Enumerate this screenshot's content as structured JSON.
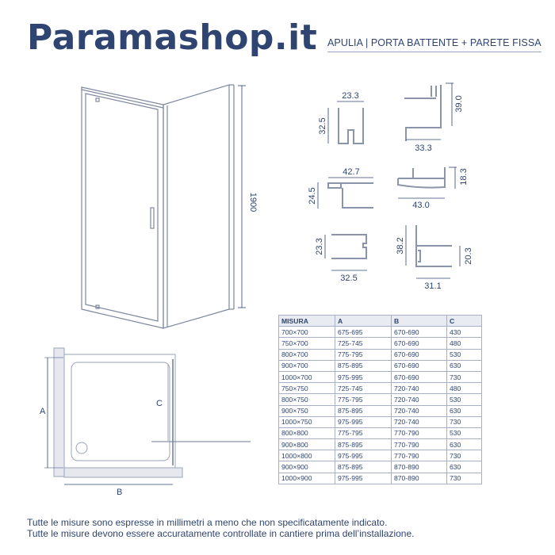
{
  "header": {
    "brand": "Paramashop.it",
    "subtitle": "APULIA | PORTA BATTENTE + PARETE FISSA"
  },
  "perspective_view": {
    "height_label": "1900"
  },
  "profiles": [
    {
      "id": "profile-1",
      "width": "23.3",
      "height": "32.5"
    },
    {
      "id": "profile-2",
      "width": "33.3",
      "height": "39.0"
    },
    {
      "id": "profile-3",
      "width": "42.7",
      "height": "24.5"
    },
    {
      "id": "profile-4",
      "width": "43.0",
      "height": "18.3"
    },
    {
      "id": "profile-5",
      "width": "32.5",
      "height": "23.3"
    },
    {
      "id": "profile-6",
      "width": "31.1",
      "height_outer": "38.2",
      "height_inner": "20.3"
    }
  ],
  "plan_view": {
    "label_a": "A",
    "label_b": "B",
    "label_c": "C"
  },
  "table": {
    "headers": [
      "MISURA",
      "A",
      "B",
      "C"
    ],
    "rows": [
      [
        "700×700",
        "675-695",
        "670-690",
        "430"
      ],
      [
        "750×700",
        "725-745",
        "670-690",
        "480"
      ],
      [
        "800×700",
        "775-795",
        "670-690",
        "530"
      ],
      [
        "900×700",
        "875-895",
        "670-690",
        "630"
      ],
      [
        "1000×700",
        "975-995",
        "670-690",
        "730"
      ],
      [
        "750×750",
        "725-745",
        "720-740",
        "480"
      ],
      [
        "800×750",
        "775-795",
        "720-740",
        "530"
      ],
      [
        "900×750",
        "875-895",
        "720-740",
        "630"
      ],
      [
        "1000×750",
        "975-995",
        "720-740",
        "730"
      ],
      [
        "800×800",
        "775-795",
        "770-790",
        "530"
      ],
      [
        "900×800",
        "875-895",
        "770-790",
        "630"
      ],
      [
        "1000×800",
        "975-995",
        "770-790",
        "730"
      ],
      [
        "900×900",
        "875-895",
        "870-890",
        "630"
      ],
      [
        "1000×900",
        "975-995",
        "870-890",
        "730"
      ]
    ]
  },
  "notes": {
    "line1": "Tutte le misure sono espresse in millimetri a meno che non specificatamente indicato.",
    "line2": "Tutte le misure devono essere accuratamente controllate in cantiere prima dell’installazione."
  },
  "colors": {
    "brand": "#2f4470",
    "line": "#8a94aa",
    "table_header_bg": "#e8ebf2"
  }
}
